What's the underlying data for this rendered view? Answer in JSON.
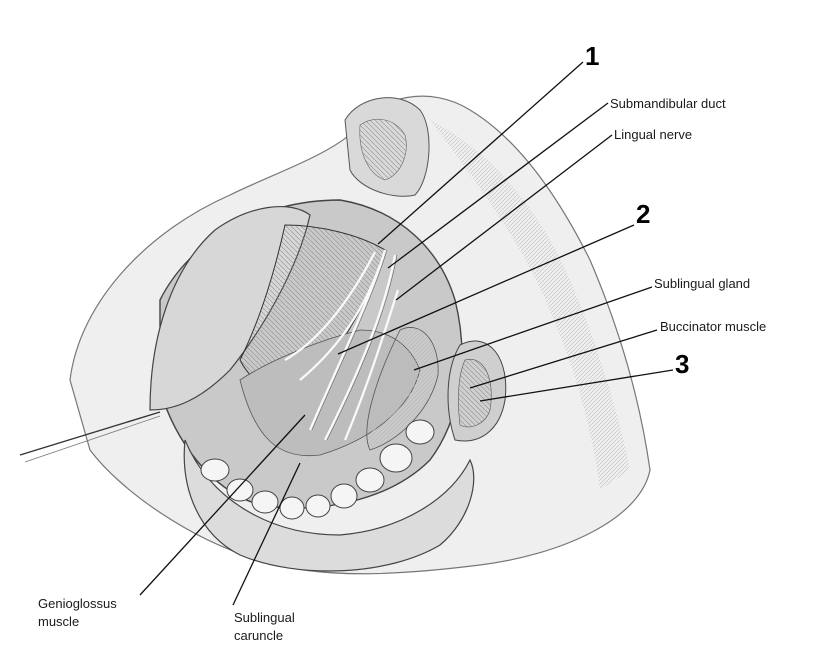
{
  "labels": {
    "submandibular_duct": "Submandibular duct",
    "lingual_nerve": "Lingual nerve",
    "sublingual_gland": "Sublingual gland",
    "buccinator_muscle": "Buccinator muscle",
    "genioglossus_line1": "Genioglossus",
    "genioglossus_line2": "muscle",
    "sublingual_caruncle_line1": "Sublingual",
    "sublingual_caruncle_line2": "caruncle"
  },
  "markers": {
    "one": "1",
    "two": "2",
    "three": "3"
  }
}
